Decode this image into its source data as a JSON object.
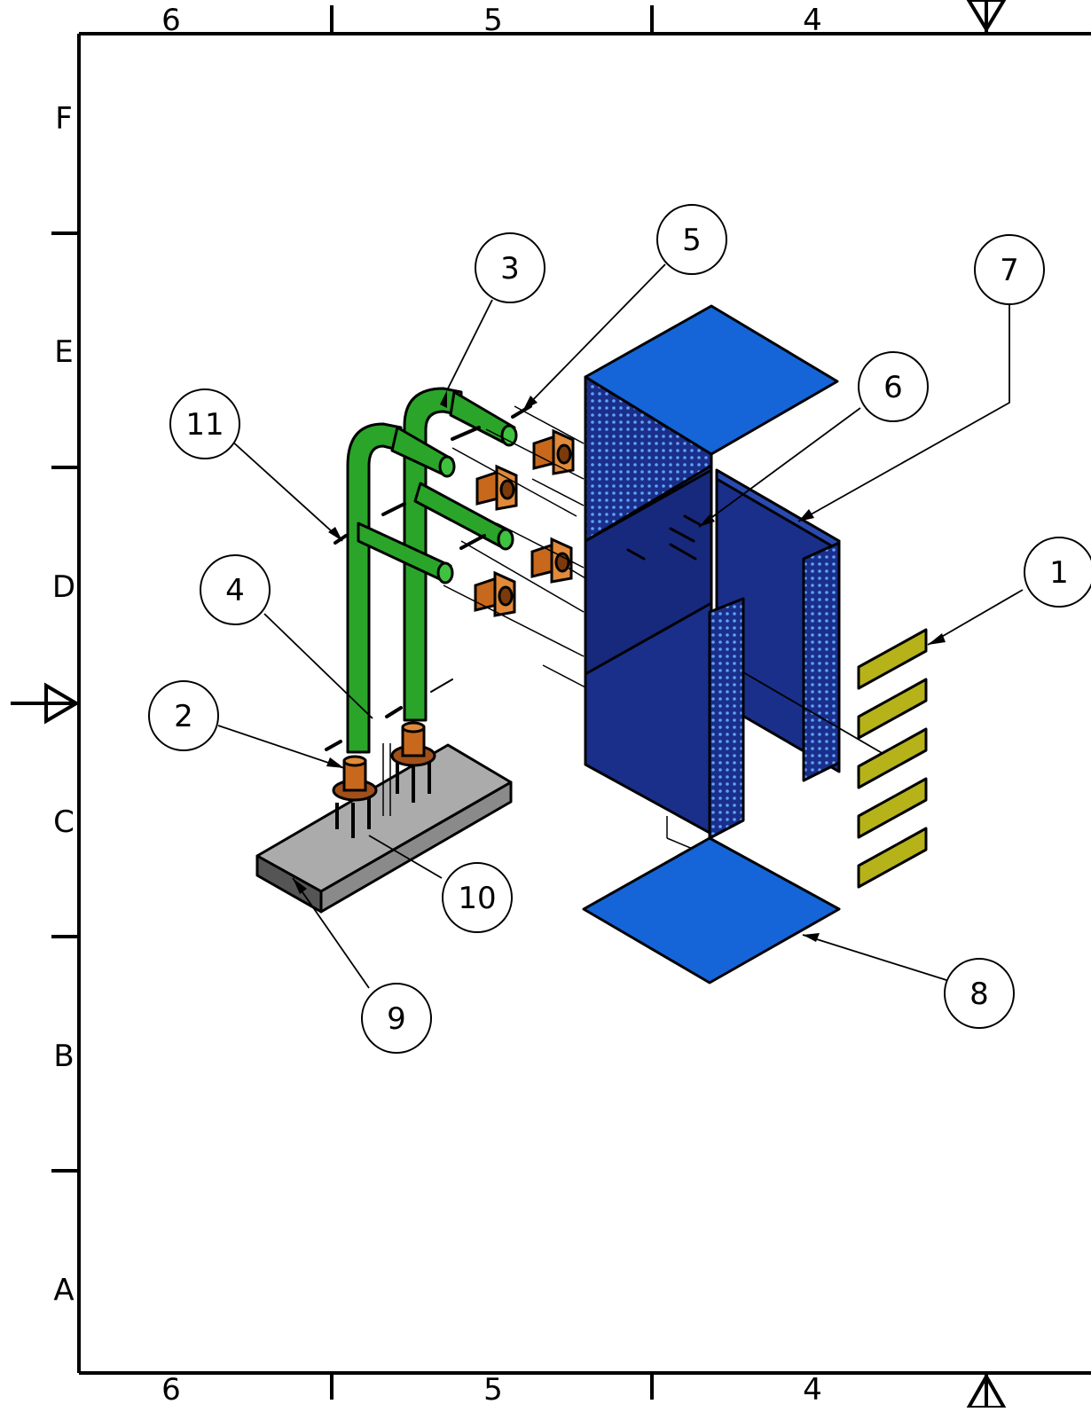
{
  "sheet": {
    "columns": [
      "6",
      "5",
      "4"
    ],
    "rows": [
      "F",
      "E",
      "D",
      "C",
      "B",
      "A"
    ]
  },
  "balloons": [
    {
      "id": "b1",
      "label": "1",
      "part": "yellow-plates"
    },
    {
      "id": "b2",
      "label": "2",
      "part": "bronze-flange-bushing"
    },
    {
      "id": "b3",
      "label": "3",
      "part": "green-pipe-frame"
    },
    {
      "id": "b4",
      "label": "4",
      "part": "bolt-fastener"
    },
    {
      "id": "b5",
      "label": "5",
      "part": "bolt-fastener"
    },
    {
      "id": "b6",
      "label": "6",
      "part": "screw"
    },
    {
      "id": "b7",
      "label": "7",
      "part": "blue-enclosure-panel"
    },
    {
      "id": "b8",
      "label": "8",
      "part": "bottom-plate"
    },
    {
      "id": "b9",
      "label": "9",
      "part": "concrete-base"
    },
    {
      "id": "b10",
      "label": "10",
      "part": "anchor-bolt"
    },
    {
      "id": "b11",
      "label": "11",
      "part": "bolt-fastener"
    }
  ],
  "colors": {
    "pipe": "#2aa52a",
    "enclosure_dark": "#1a2f8a",
    "enclosure_light": "#1565d8",
    "bronze": "#c8681c",
    "plate": "#b6b21a",
    "base": "#a8a8a8"
  }
}
